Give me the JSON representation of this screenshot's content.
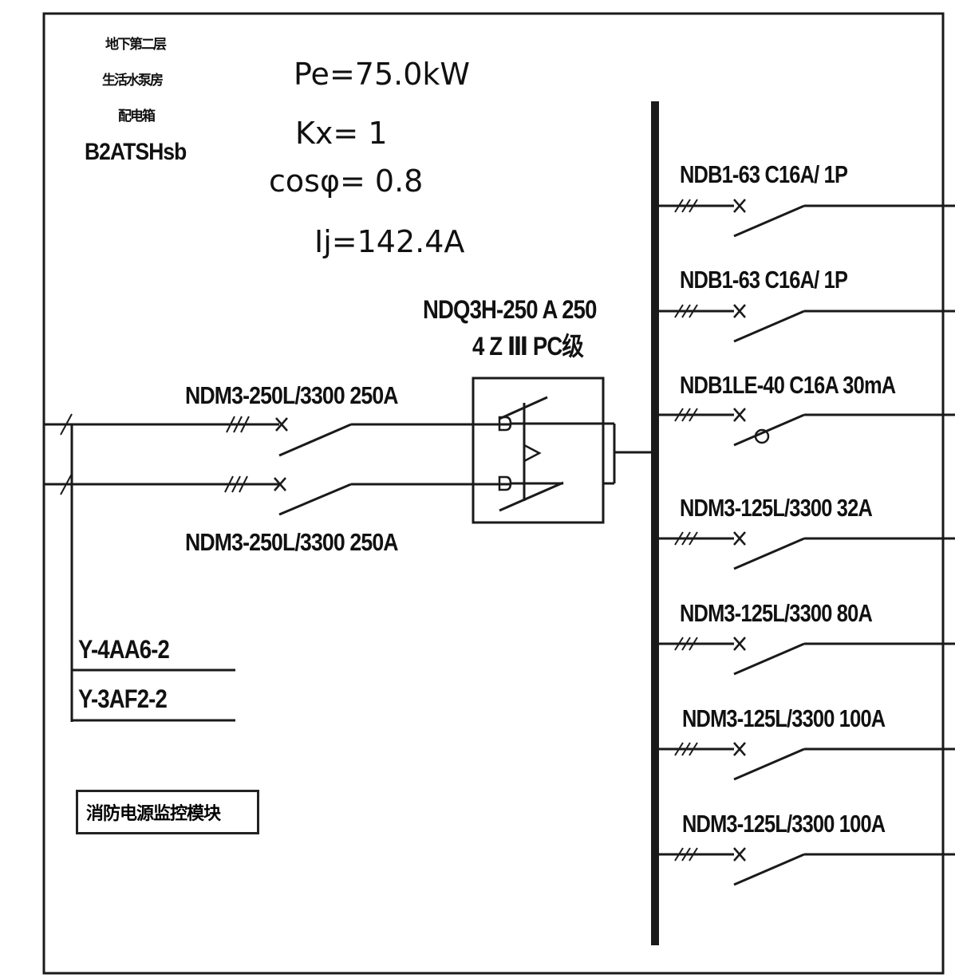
{
  "panel": {
    "name_lines": [
      "地下第二层",
      "生活水泵房",
      "配电箱"
    ],
    "id": "B2ATSHsb"
  },
  "params": {
    "pe": "Pe=75.0kW",
    "kx": "Kx=   1",
    "cos": "cosφ= 0.8",
    "ij": "Ij=142.4A"
  },
  "incoming": [
    {
      "label": "NDM3-250L/3300 250A"
    },
    {
      "label": "NDM3-250L/3300 250A"
    }
  ],
  "ats": {
    "line1": "NDQ3H-250 A 250",
    "line2": "4 Z Ⅲ  PC级"
  },
  "cables": [
    "Y-4AA6-2",
    "Y-3AF2-2"
  ],
  "module": {
    "label": "消防电源监控模块"
  },
  "feeders": [
    {
      "label": "NDB1-63 C16A/ 1P",
      "rcd": false
    },
    {
      "label": "NDB1-63 C16A/ 1P",
      "rcd": false
    },
    {
      "label": "NDB1LE-40 C16A 30mA",
      "rcd": true
    },
    {
      "label": "NDM3-125L/3300 32A",
      "rcd": false
    },
    {
      "label": "NDM3-125L/3300 80A",
      "rcd": false
    },
    {
      "label": "NDM3-125L/3300 100A",
      "rcd": false
    },
    {
      "label": "NDM3-125L/3300 100A",
      "rcd": false
    }
  ],
  "colors": {
    "line": "#1a1a1a",
    "background": "#ffffff"
  }
}
